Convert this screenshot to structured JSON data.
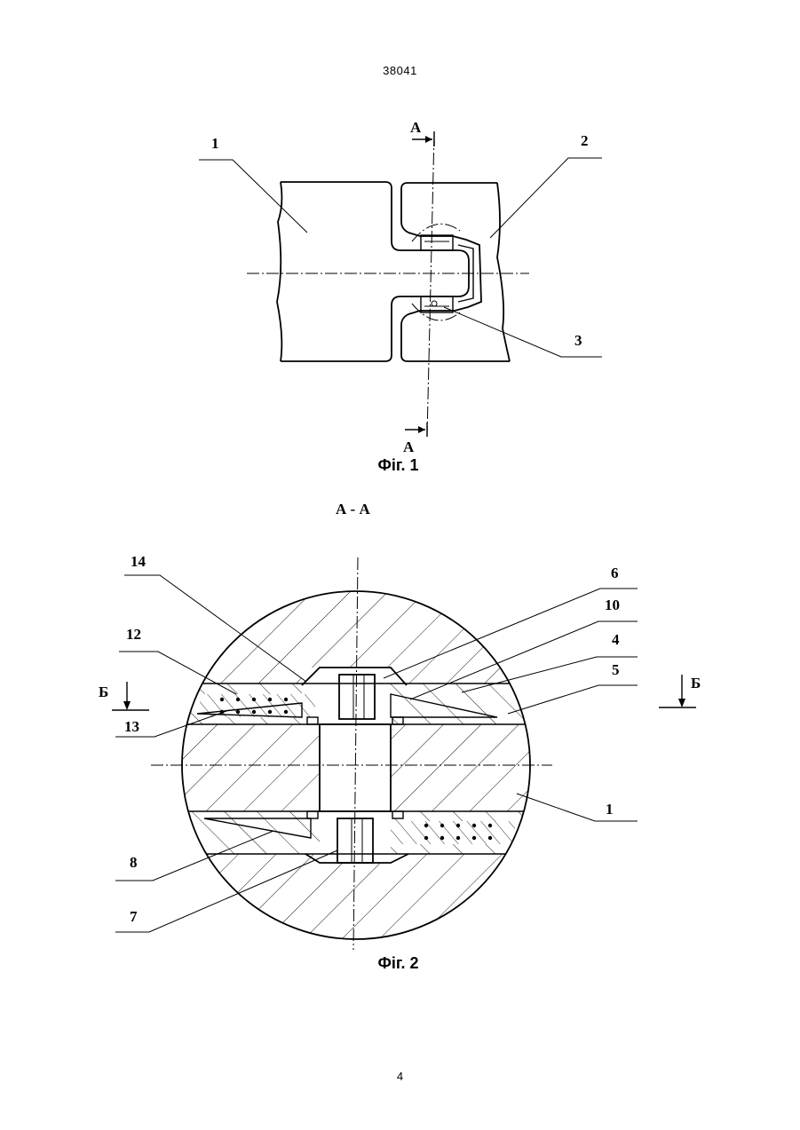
{
  "page_header": "38041",
  "page_number": "4",
  "figure1": {
    "caption": "Фіг. 1",
    "labels": {
      "l1": "1",
      "l2": "2",
      "l3": "3",
      "sec_top": "А",
      "sec_bottom": "А"
    }
  },
  "figure2": {
    "caption": "Фіг. 2",
    "section_title": "А - А",
    "labels": {
      "l14": "14",
      "l12": "12",
      "l13": "13",
      "l8": "8",
      "l7": "7",
      "l6": "6",
      "l10": "10",
      "l4": "4",
      "l5": "5",
      "l1": "1",
      "b_left": "Б",
      "b_right": "Б"
    }
  }
}
